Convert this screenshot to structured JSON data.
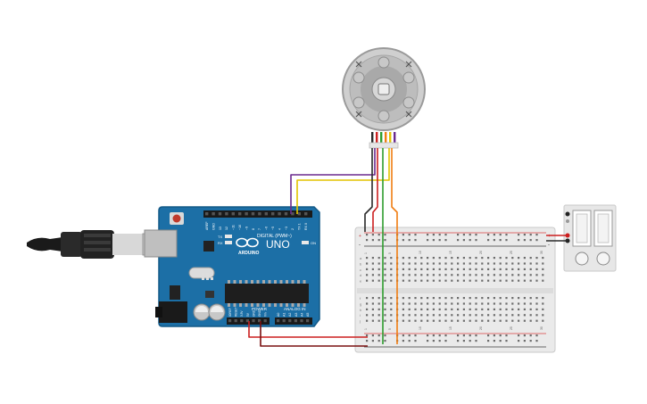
{
  "arduino": {
    "model": "UNO",
    "brand": "ARDUINO",
    "digital_header": "DIGITAL (PWM~)",
    "power_header": "POWER",
    "analog_header": "ANALOG IN",
    "tx_label": "TX",
    "rx_label": "RX",
    "on_label": "ON",
    "digital_pins": [
      "AREF",
      "GND",
      "13",
      "12",
      "~11",
      "~10",
      "~9",
      "8",
      "7",
      "~6",
      "~5",
      "4",
      "~3",
      "2",
      "TX 1",
      "RX 0"
    ],
    "power_pins": [
      "IOREF",
      "RESET",
      "3.3V",
      "5V",
      "GND",
      "GND",
      "Vin"
    ],
    "analog_pins": [
      "A0",
      "A1",
      "A2",
      "A3",
      "A4",
      "A5"
    ]
  },
  "breadboard": {
    "columns_top": [
      "1",
      "5",
      "10",
      "15",
      "20",
      "25",
      "30"
    ],
    "row_letters_top": [
      "a",
      "b",
      "c",
      "d",
      "e"
    ],
    "row_letters_bottom": [
      "f",
      "g",
      "h",
      "i",
      "j"
    ],
    "rail_plus": "+",
    "rail_minus": "-"
  },
  "colors": {
    "board": "#1c6fa6",
    "board_dark": "#155a87",
    "wire_red": "#cc1f1f",
    "wire_black": "#2a2a2a",
    "wire_green": "#2e9d2e",
    "wire_yellow": "#e3c400",
    "wire_orange": "#f07d12",
    "wire_purple": "#6a2a8e",
    "wire_dark_red": "#7a1010"
  },
  "icons": {
    "usb_cable": "usb-cable-icon",
    "motor": "geared-motor-icon",
    "power_supply": "dc-power-supply-icon"
  }
}
